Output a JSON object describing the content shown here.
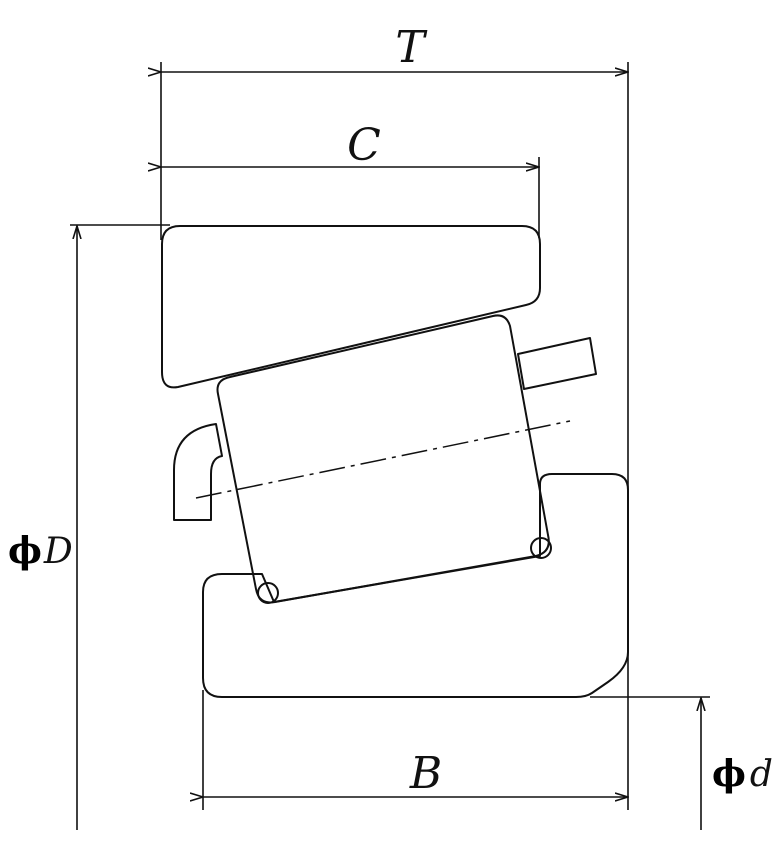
{
  "labels": {
    "T": "T",
    "C": "C",
    "B": "B",
    "D": "D",
    "d": "d",
    "phi_symbol": "ϕ"
  }
}
